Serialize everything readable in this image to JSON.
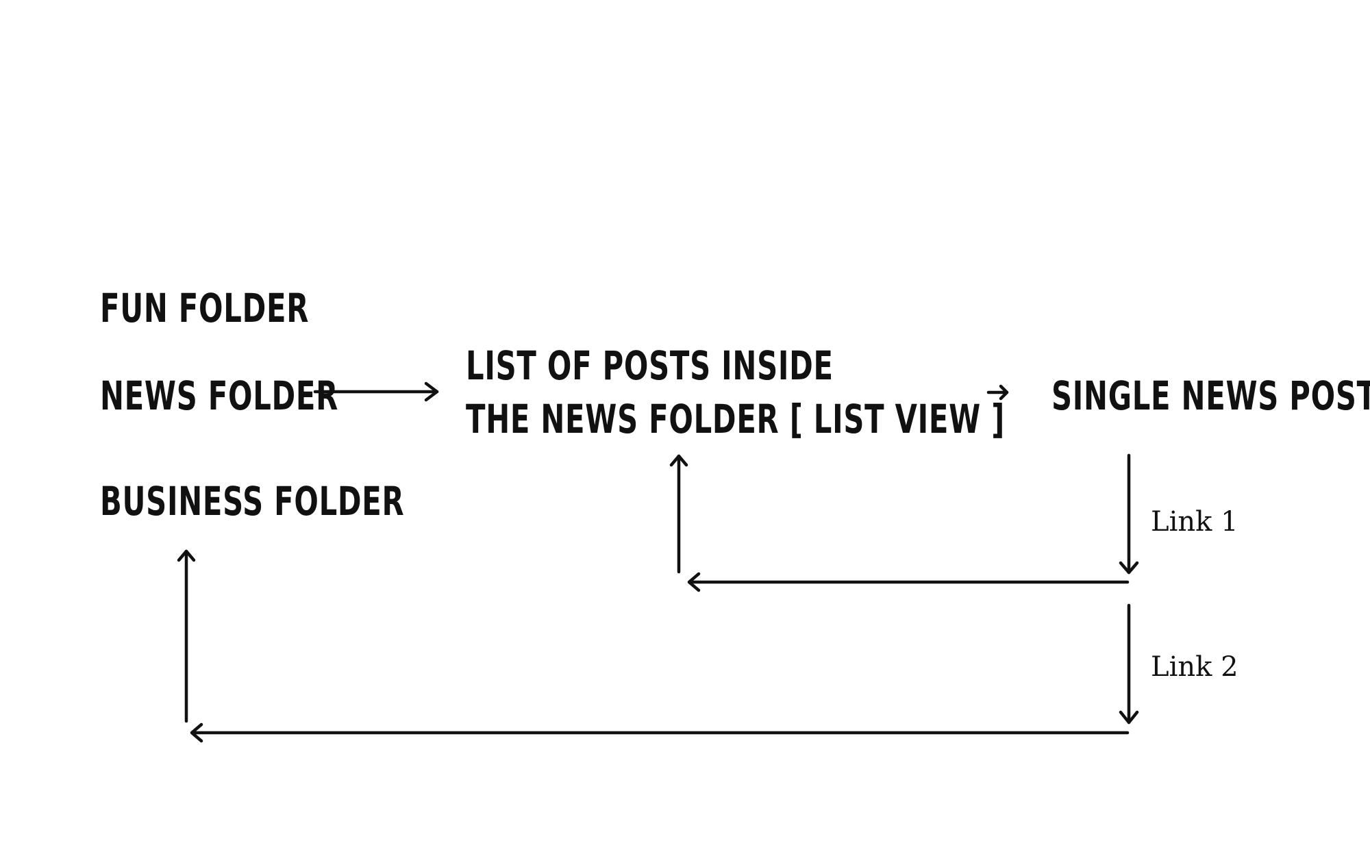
{
  "diagram": {
    "nodes": {
      "fun_folder": "FUN FOLDER",
      "news_folder": "NEWS FOLDER",
      "business_folder": "BUSINESS FOLDER",
      "list_of_posts_line1": "LIST OF POSTS INSIDE",
      "list_of_posts_line2": "THE NEWS FOLDER [ LIST VIEW ]",
      "single_news_post": "SINGLE NEWS POST"
    },
    "links": {
      "link1": "Link 1",
      "link2": "Link 2"
    },
    "edges": [
      {
        "from": "news_folder",
        "to": "list_of_posts"
      },
      {
        "from": "list_of_posts",
        "to": "single_news_post"
      },
      {
        "from": "single_news_post",
        "to": "list_of_posts",
        "label": "link1"
      },
      {
        "from": "single_news_post",
        "to": "business_folder",
        "label": "link2"
      }
    ],
    "colors": {
      "ink": "#111111",
      "background": "#ffffff"
    }
  }
}
